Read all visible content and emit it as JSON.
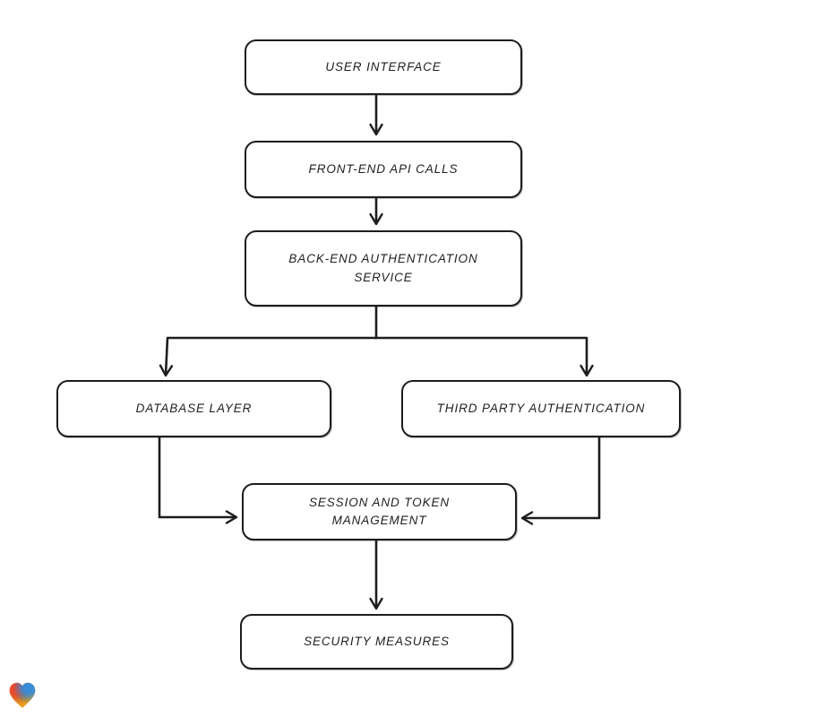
{
  "diagram": {
    "background_color": "#ffffff",
    "stroke_color": "#1d1d1d",
    "style": "hand-drawn flowchart",
    "nodes": [
      {
        "id": "user-interface",
        "label": "USER INTERFACE"
      },
      {
        "id": "front-end-api-calls",
        "label": "FRONT-END API CALLS"
      },
      {
        "id": "back-end-authentication-service",
        "label": "BACK-END AUTHENTICATION SERVICE"
      },
      {
        "id": "database-layer",
        "label": "DATABASE LAYER"
      },
      {
        "id": "third-party-authentication",
        "label": "THIRD PARTY AUTHENTICATION"
      },
      {
        "id": "session-and-token-management",
        "label": "SESSION AND TOKEN MANAGEMENT"
      },
      {
        "id": "security-measures",
        "label": "SECURITY MEASURES"
      }
    ],
    "edges": [
      {
        "from": "user-interface",
        "to": "front-end-api-calls"
      },
      {
        "from": "front-end-api-calls",
        "to": "back-end-authentication-service"
      },
      {
        "from": "back-end-authentication-service",
        "to": "database-layer"
      },
      {
        "from": "back-end-authentication-service",
        "to": "third-party-authentication"
      },
      {
        "from": "database-layer",
        "to": "session-and-token-management"
      },
      {
        "from": "third-party-authentication",
        "to": "session-and-token-management"
      },
      {
        "from": "session-and-token-management",
        "to": "security-measures"
      }
    ],
    "logo": {
      "name": "heart-logo",
      "colors": {
        "red": "#e8402f",
        "blue": "#2f8fdd",
        "green": "#4fae4c",
        "orange": "#f49b20"
      }
    }
  }
}
